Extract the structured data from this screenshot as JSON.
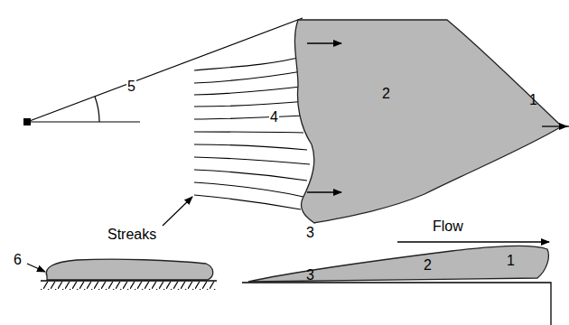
{
  "diagram": {
    "labels": [
      "5",
      "4",
      "2",
      "1",
      "Streaks",
      "3",
      "Flow",
      "6",
      "3",
      "2",
      "1"
    ]
  }
}
